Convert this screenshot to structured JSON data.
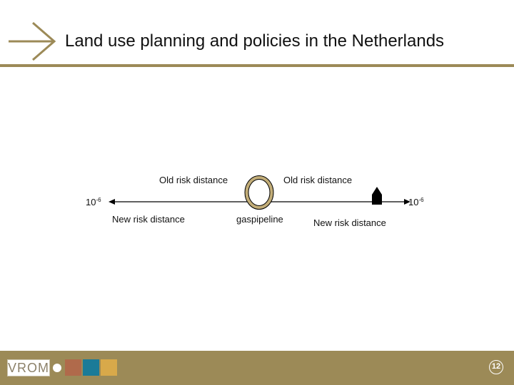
{
  "title": "Land use planning and policies in the Netherlands",
  "colors": {
    "brand_gold": "#9c8a57",
    "footer_bg": "#9c8a57",
    "pipeline_fill": "#c2ad78",
    "square_1": "#b06a4b",
    "square_2": "#1b7b98",
    "square_3": "#d8a94a"
  },
  "icons": {
    "header": "arrow-right-icon",
    "building": "house-icon"
  },
  "diagram": {
    "old_risk_left": "Old risk distance",
    "old_risk_right": "Old risk distance",
    "risk_left_base": "10",
    "risk_left_exp": "-6",
    "risk_right_base": "10",
    "risk_right_exp": "-6",
    "new_risk_left": "New risk distance",
    "pipeline_label": "gaspipeline",
    "new_risk_right": "New risk distance"
  },
  "footer": {
    "logo_text": "VROM",
    "page_number": "12"
  }
}
